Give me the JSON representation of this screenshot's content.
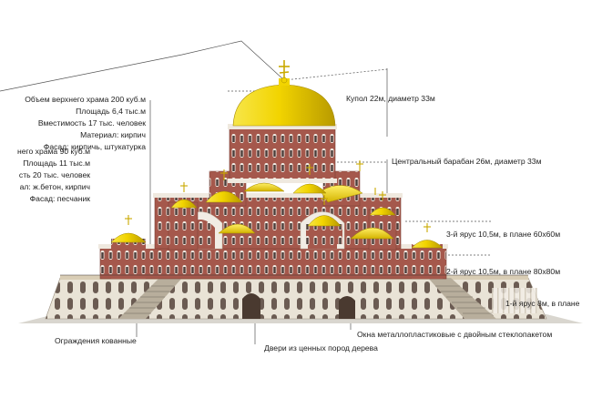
{
  "upper_temple": {
    "volume": "Объем верхнего храма 200 куб.м",
    "area": "Площадь 6,4 тыс.м",
    "capacity": "Вместимость 17 тыс. человек",
    "material": "Материал: кирпич",
    "facade": "Фасад: кирпичь, штукатурка"
  },
  "lower_temple": {
    "volume": "него храма 90 куб.м",
    "area": "Площадь 11 тыс.м",
    "capacity": "сть 20 тыс. человек",
    "material": "ал: ж.бетон, кирпич",
    "facade": "Фасад: песчаник"
  },
  "annotations": {
    "dome": "Купол 22м, диаметр 33м",
    "drum": "Центральный барабан 26м, диаметр 33м",
    "tier3": "3-й ярус 10,5м, в плане 60х60м",
    "tier2": "2-й ярус 10,5м, в плане 80х80м",
    "tier1": "1-й ярус 8м, в плане",
    "windows": "Окна металлопластиковые с двойным стеклопакетом",
    "doors": "Двери из ценных пород дерева",
    "fence": "Ограждения кованные"
  },
  "colors": {
    "gold": "#f2d400",
    "brick": "#a5584c",
    "stone": "#ece7dd",
    "sandstone": "#d9cdb5",
    "leader": "#555555"
  }
}
